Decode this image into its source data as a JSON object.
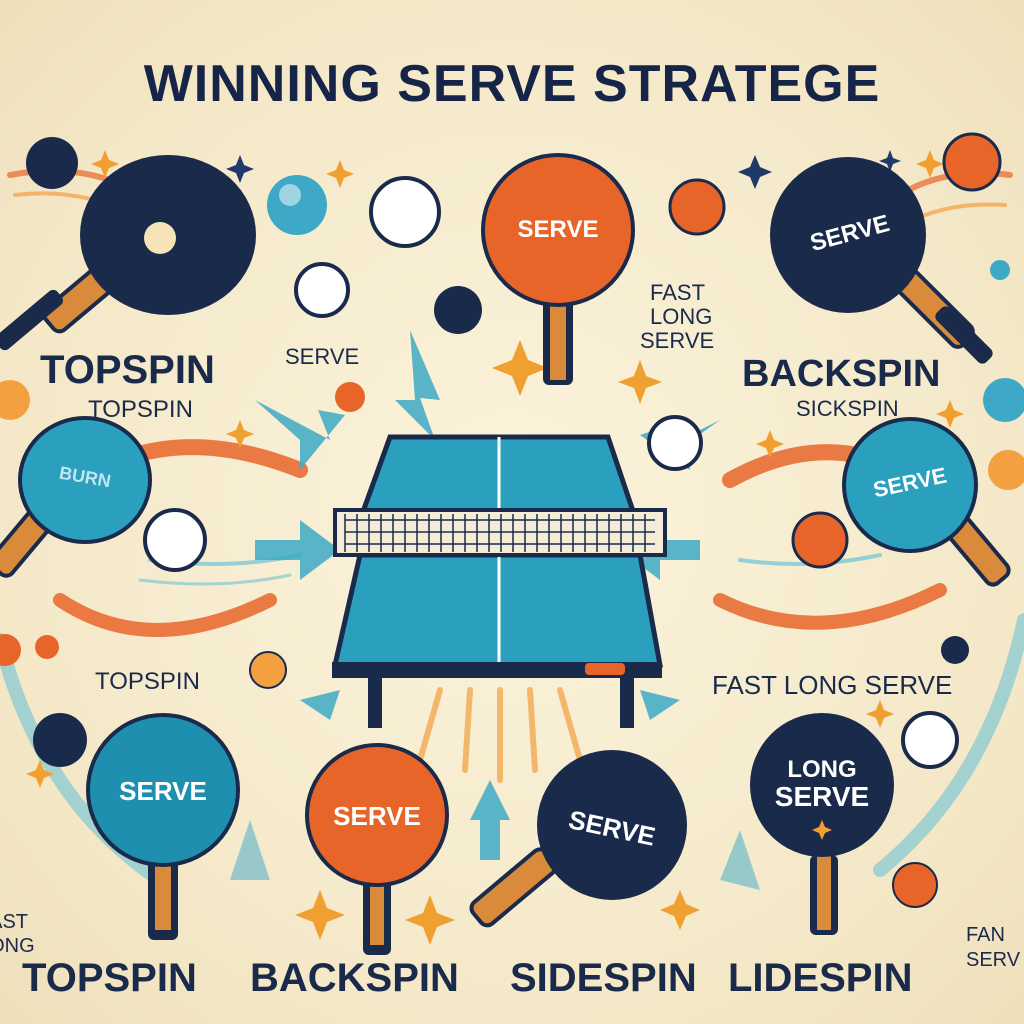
{
  "title": "WINNING SERVE STRATEGE",
  "labels": {
    "topspin_big": "TOPSPIN",
    "topspin_small": "TOPSPIN",
    "serve_small": "SERVE",
    "fast_long_serve_line1": "FAST",
    "fast_long_serve_line2": "LONG",
    "fast_long_serve_line3": "SERVE",
    "backspin_big": "BACKSPIN",
    "sickspin_small": "SICKSPIN",
    "topspin_mid": "TOPSPIN",
    "fast_long_serve_mid": "FAST LONG SERVE",
    "bottom_topspin": "TOPSPIN",
    "bottom_backspin": "BACKSPIN",
    "bottom_sidespin": "SIDESPIN",
    "bottom_lidespin": "LIDESPIN",
    "left_edge_line1": "FAST",
    "left_edge_line2": "LONG",
    "right_edge_line1": "FAN",
    "right_edge_line2": "SERV"
  },
  "paddles": {
    "top_center": "SERVE",
    "top_right": "SERVE",
    "mid_left": "BURN",
    "mid_right": "SERVE",
    "bottom_left": "SERVE",
    "bottom_center": "SERVE",
    "bottom_right_dark": "SERVE",
    "bottom_far_right_line1": "LONG",
    "bottom_far_right_line2": "SERVE"
  },
  "colors": {
    "navy": "#152447",
    "teal": "#1f8fb0",
    "orange": "#e8652a",
    "cream": "#f6ecd0",
    "handle": "#d98a3a"
  }
}
